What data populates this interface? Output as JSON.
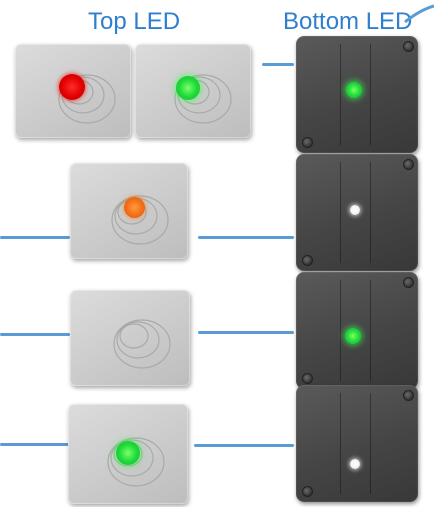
{
  "headers": {
    "top": "Top LED",
    "bottom": "Bottom LED"
  },
  "colors": {
    "header_text": "#2f7fcf",
    "connector": "#5b9bd5",
    "red": "#e20000",
    "green": "#1fdc3a",
    "orange": "#f06a16",
    "white": "#f2f2f2"
  },
  "rows": [
    {
      "top_leds": [
        "red",
        "green"
      ],
      "bottom_led": "green"
    },
    {
      "top_leds": [
        "orange"
      ],
      "bottom_led": "white"
    },
    {
      "top_leds": [
        "off"
      ],
      "bottom_led": "green"
    },
    {
      "top_leds": [
        "green"
      ],
      "bottom_led": "white"
    }
  ]
}
